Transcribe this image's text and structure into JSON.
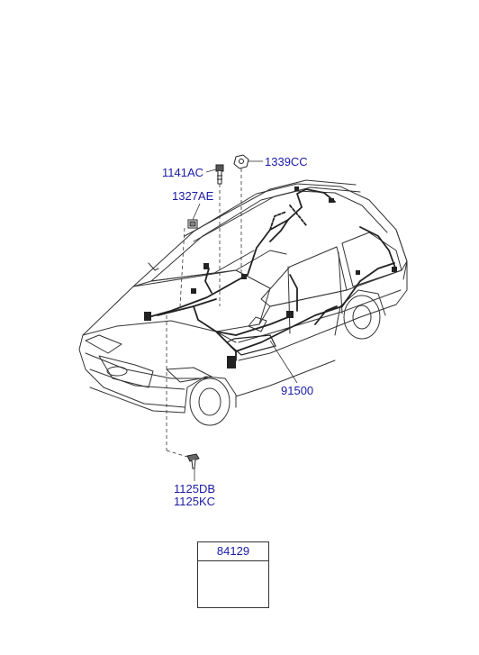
{
  "parts": {
    "p1141AC": "1141AC",
    "p1339CC": "1339CC",
    "p1327AE": "1327AE",
    "p91500": "91500",
    "p1125DB": "1125DB",
    "p1125KC": "1125KC",
    "p84129": "84129"
  },
  "colors": {
    "label": "#1a1aa6",
    "line": "#333333",
    "harness": "#222222"
  }
}
